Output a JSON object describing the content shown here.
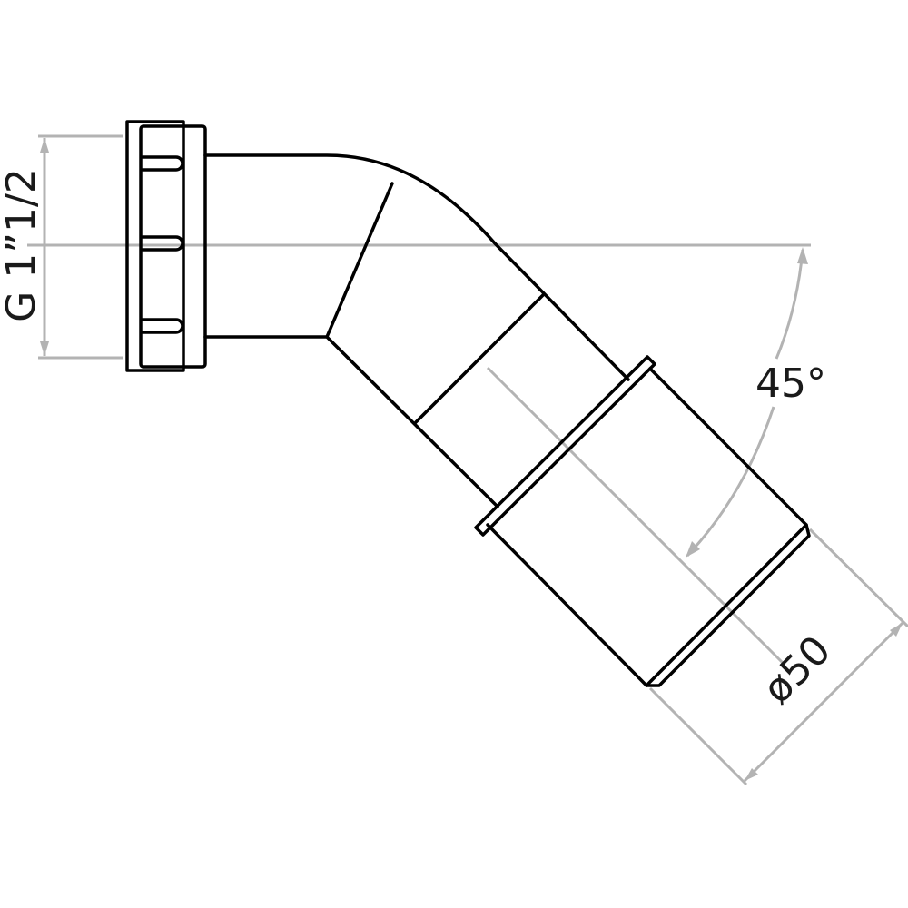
{
  "drawing": {
    "thread_label": "G 1”1/2",
    "angle_label": "45°",
    "diameter_label": "ø50",
    "line_color": "#000000",
    "dimension_color": "#b3b3b3"
  }
}
